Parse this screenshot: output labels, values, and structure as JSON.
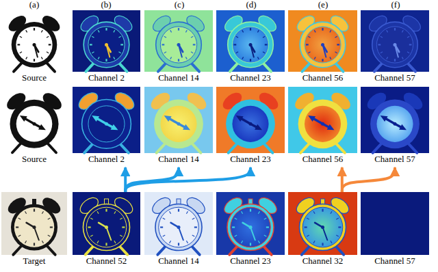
{
  "diagram": {
    "nodes": [
      {
        "text": [
          "Source"
        ]
      },
      {
        "text": [
          "Channel 2"
        ]
      },
      {
        "text": [
          "Channel 14"
        ]
      },
      {
        "text": [
          "Channel 23"
        ]
      },
      {
        "text": [
          "Channel 56"
        ]
      },
      {
        "text": [
          "Channel 57"
        ]
      },
      {
        "text": [
          "Source"
        ]
      },
      {
        "text": [
          "Channel 2"
        ]
      },
      {
        "text": [
          "Channel 14"
        ]
      },
      {
        "text": [
          "Channel 23"
        ]
      },
      {
        "text": [
          "Channel 56"
        ]
      },
      {
        "text": [
          "Channel 57"
        ]
      },
      {
        "text": [
          "Target"
        ]
      },
      {
        "text": [
          "Channel 52"
        ]
      },
      {
        "text": [
          "Channel 14"
        ]
      },
      {
        "text": [
          "Channel 23"
        ]
      },
      {
        "text": [
          "Channel 32"
        ]
      },
      {
        "text": [
          "Channel 57"
        ]
      }
    ],
    "edges": [
      {
        "from": 13,
        "to": 7,
        "arrow": "to"
      },
      {
        "from": 13,
        "to": 8,
        "arrow": "to"
      },
      {
        "from": 13,
        "to": 9,
        "arrow": "to"
      },
      {
        "from": 16,
        "to": 10,
        "arrow": "to"
      },
      {
        "from": 16,
        "to": 11,
        "arrow": "to"
      }
    ],
    "labels": [
      "(a)",
      "(b)",
      "(c)",
      "(d)",
      "(e)",
      "(f)"
    ]
  }
}
